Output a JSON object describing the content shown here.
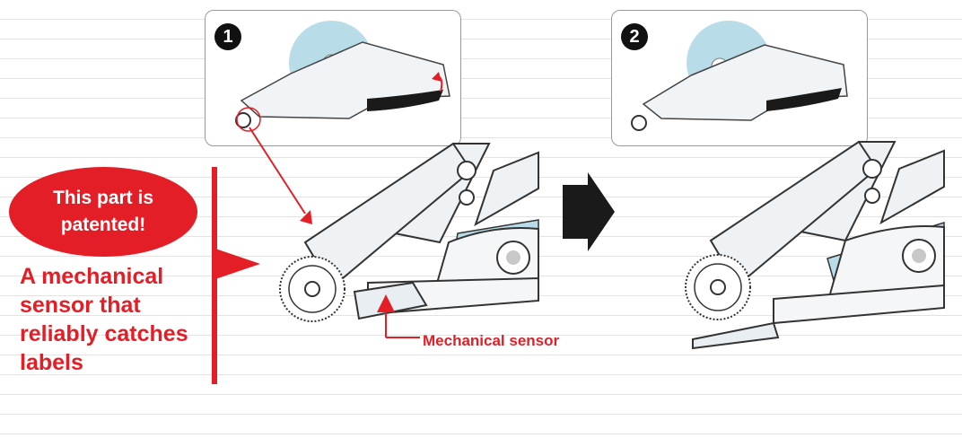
{
  "badge": {
    "line1": "This part is",
    "line2": "patented!"
  },
  "description": [
    "A mechanical",
    "sensor that",
    "reliably catches",
    "labels"
  ],
  "steps": [
    "1",
    "2"
  ],
  "callout": {
    "label": "Mechanical sensor"
  },
  "colors": {
    "accent_red": "#e41e26",
    "roll_blue": "#b9dde8",
    "handle_black": "#1a1a1a"
  }
}
